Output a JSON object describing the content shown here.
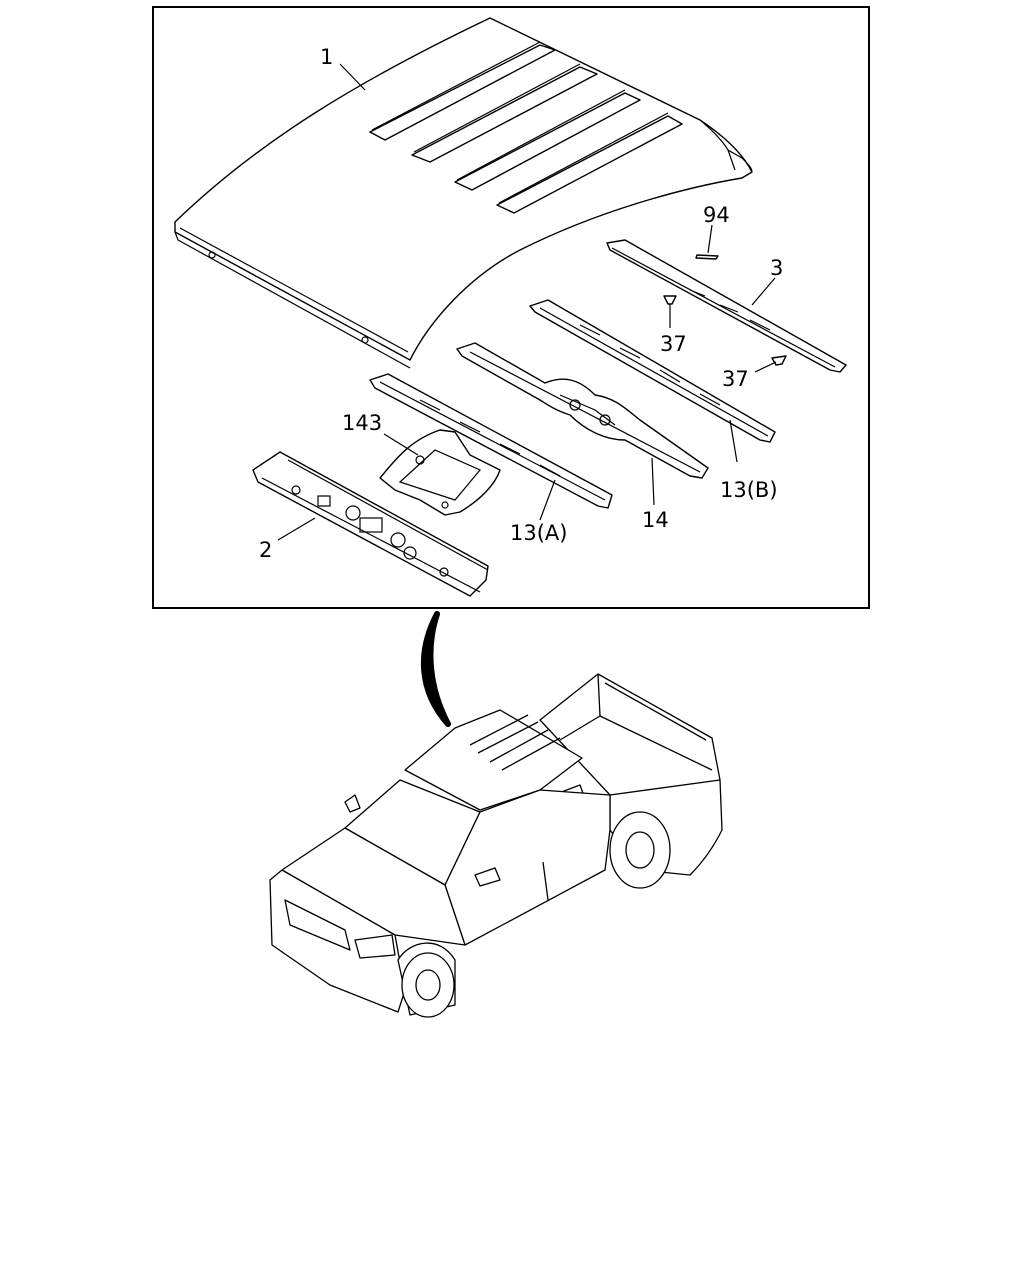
{
  "diagram": {
    "callouts": [
      {
        "id": "roof-panel",
        "text": "1"
      },
      {
        "id": "front-header",
        "text": "2"
      },
      {
        "id": "rear-header",
        "text": "3"
      },
      {
        "id": "bow-a",
        "text": "13(A)"
      },
      {
        "id": "bow-b",
        "text": "13(B)"
      },
      {
        "id": "center-bow",
        "text": "14"
      },
      {
        "id": "clip-upper",
        "text": "37"
      },
      {
        "id": "clip-lower",
        "text": "37"
      },
      {
        "id": "pad",
        "text": "94"
      },
      {
        "id": "bracket",
        "text": "143"
      }
    ]
  }
}
